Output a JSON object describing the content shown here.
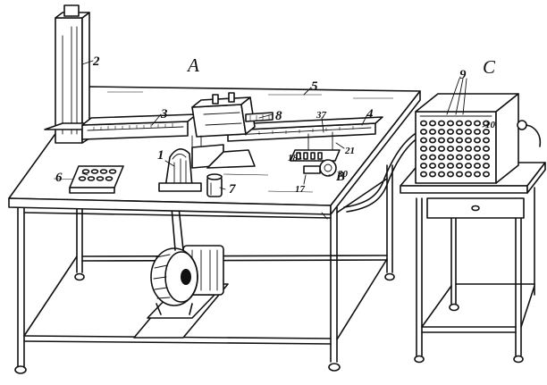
{
  "figure": {
    "ink_color": "#111111",
    "paper_color": "#ffffff"
  },
  "labels": {
    "table_letter": "A",
    "panel_letter": "B",
    "cabinet_letter": "C",
    "n1": "1",
    "n2": "2",
    "n3": "3",
    "n4": "4",
    "n5": "5",
    "n6": "6",
    "n7": "7",
    "n8": "8",
    "n9": "9",
    "n10": "10",
    "n17": "17",
    "n18": "18",
    "n21": "21",
    "n30": "30",
    "n37": "37"
  }
}
